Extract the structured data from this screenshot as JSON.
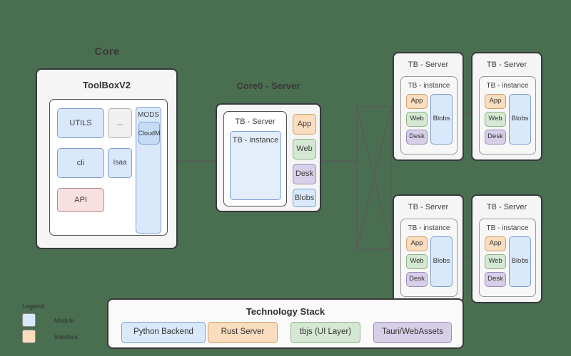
{
  "background_color": "#4a6e50",
  "core": {
    "title": "Core",
    "toolbox": {
      "title": "ToolBoxV2",
      "modules": [
        {
          "label": "UTILS",
          "type": "module"
        },
        {
          "label": "...",
          "type": "placeholder"
        },
        {
          "label": "cli",
          "type": "module"
        },
        {
          "label": "Isaa",
          "type": "module"
        },
        {
          "label": "API",
          "type": "interface"
        }
      ],
      "mods": {
        "title": "MODS",
        "items": [
          {
            "label": "CloudM"
          }
        ]
      }
    }
  },
  "core0": {
    "title": "Core0 - Server",
    "server_label": "TB - Server",
    "instance_label": "TB - instance",
    "services": [
      {
        "label": "App",
        "color": "#fadcbe"
      },
      {
        "label": "Web",
        "color": "#d5e8d4"
      },
      {
        "label": "Desk",
        "color": "#d7cfe8"
      },
      {
        "label": "Blobs",
        "color": "#dae8fc"
      }
    ]
  },
  "servers": [
    {
      "id": "server-top-left",
      "title": "TB - Server",
      "instance_label": "TB - instance",
      "services": [
        {
          "label": "App",
          "color": "#fadcbe"
        },
        {
          "label": "Web",
          "color": "#d5e8d4"
        },
        {
          "label": "Desk",
          "color": "#d7cfe8"
        }
      ],
      "blobs": {
        "label": "Blobs",
        "color": "#dae8fc"
      }
    },
    {
      "id": "server-top-right",
      "title": "TB - Server",
      "instance_label": "TB - instance",
      "services": [
        {
          "label": "App",
          "color": "#fadcbe"
        },
        {
          "label": "Web",
          "color": "#d5e8d4"
        },
        {
          "label": "Desk",
          "color": "#d7cfe8"
        }
      ],
      "blobs": {
        "label": "Blobs",
        "color": "#dae8fc"
      }
    },
    {
      "id": "server-bottom-left",
      "title": "TB - Server",
      "instance_label": "TB - instance",
      "services": [
        {
          "label": "App",
          "color": "#fadcbe"
        },
        {
          "label": "Web",
          "color": "#d5e8d4"
        },
        {
          "label": "Desk",
          "color": "#d7cfe8"
        }
      ],
      "blobs": {
        "label": "Blobs",
        "color": "#dae8fc"
      }
    },
    {
      "id": "server-bottom-right",
      "title": "TB - Server",
      "instance_label": "TB - instance",
      "services": [
        {
          "label": "App",
          "color": "#fadcbe"
        },
        {
          "label": "Web",
          "color": "#d5e8d4"
        },
        {
          "label": "Desk",
          "color": "#d7cfe8"
        }
      ],
      "blobs": {
        "label": "Blobs",
        "color": "#dae8fc"
      }
    }
  ],
  "tech_stack": {
    "title": "Technology Stack",
    "items": [
      {
        "label": "Python Backend",
        "color": "#dae8fc"
      },
      {
        "label": "Rust Server",
        "color": "#fadcbe"
      },
      {
        "label": "tbjs (UI Layer)",
        "color": "#d5e8d4"
      },
      {
        "label": "Tauri/WebAssets",
        "color": "#d7cfe8"
      }
    ]
  },
  "legend": {
    "title": "Legend:",
    "items": [
      {
        "label": "Module",
        "color": "#dae8fc"
      },
      {
        "label": "Interface",
        "color": "#fadcbe"
      }
    ]
  }
}
